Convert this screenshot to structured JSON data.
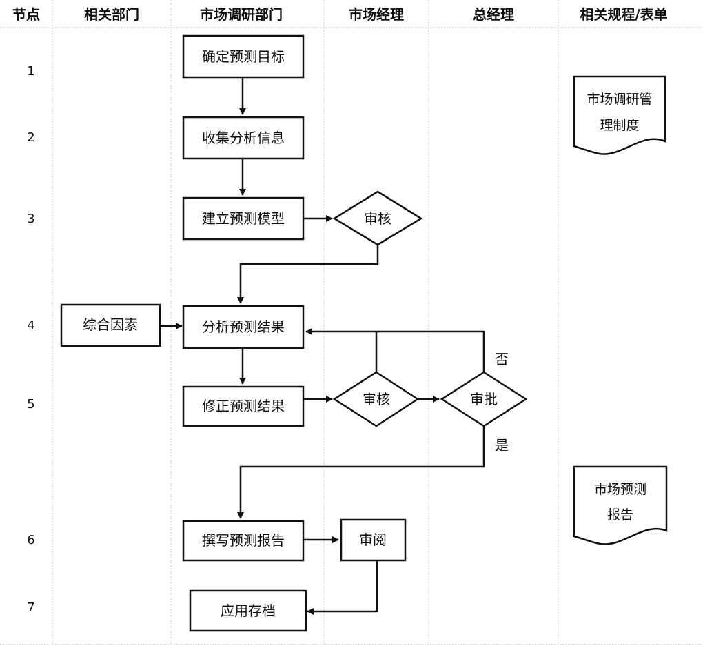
{
  "headers": {
    "col_node": "节点",
    "col_related_dept": "相关部门",
    "col_market_research": "市场调研部门",
    "col_market_manager": "市场经理",
    "col_general_manager": "总经理",
    "col_procedures": "相关规程/表单"
  },
  "node_numbers": [
    "1",
    "2",
    "3",
    "4",
    "5",
    "6",
    "7"
  ],
  "steps": {
    "define_goal": "确定预测目标",
    "collect_info": "收集分析信息",
    "build_model": "建立预测模型",
    "analyze_result": "分析预测结果",
    "revise_result": "修正预测结果",
    "write_report": "撰写预测报告",
    "apply_archive": "应用存档",
    "combined_factors": "综合因素",
    "review_read": "审阅"
  },
  "decisions": {
    "review_1": "审核",
    "review_2": "审核",
    "approve": "审批"
  },
  "branch_labels": {
    "no": "否",
    "yes": "是"
  },
  "documents": {
    "doc_research_policy_line1": "市场调研管",
    "doc_research_policy_line2": "理制度",
    "doc_forecast_report_line1": "市场预测",
    "doc_forecast_report_line2": "报告"
  }
}
